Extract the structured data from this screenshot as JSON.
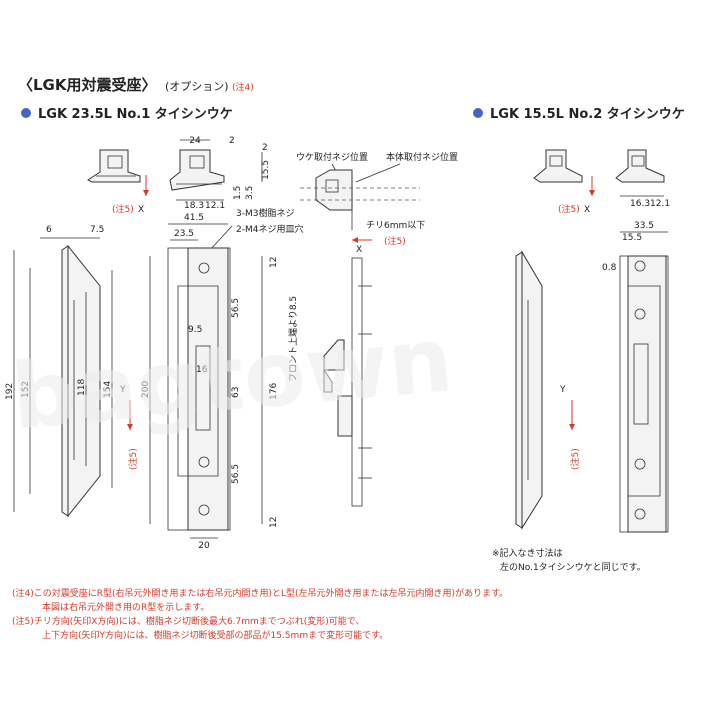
{
  "header": {
    "title": "〈LGK用対震受座〉",
    "option": "(オプション)",
    "note4_tag": "(注4)"
  },
  "section1": {
    "title": "LGK 23.5L No.1 タイシンウケ",
    "dims": {
      "w24": "24",
      "w2": "2",
      "h2": "2",
      "h15_5": "15.5",
      "w18_3": "18.3",
      "w12_1": "12.1",
      "h1_5": "1.5",
      "h3_5": "3.5",
      "w6": "6",
      "w7_5": "7.5",
      "w41_5": "41.5",
      "w23_5": "23.5",
      "h192": "192",
      "h152": "152",
      "h118": "118",
      "h154": "154",
      "h200": "200",
      "h12_top": "12",
      "h56_5_top": "56.5",
      "w9_5": "9.5",
      "h16": "16",
      "h63": "63",
      "h176": "176",
      "h56_5_bot": "56.5",
      "h12_bot": "12",
      "w20": "20",
      "front_label": "フロント上端より8.5"
    },
    "labels": {
      "screw_m3": "3-M3樹脂ネジ",
      "hole_m4": "2-M4ネジ用皿穴",
      "uke_screw": "ウケ取付ネジ位置",
      "body_screw": "本体取付ネジ位置",
      "chiri": "チリ6mm以下",
      "note5_x": "(注5)",
      "x1": "X",
      "x2": "X",
      "note5_x2": "(注5)",
      "y": "Y",
      "note5_y": "(注5)"
    }
  },
  "section2": {
    "title": "LGK 15.5L No.2 タイシンウケ",
    "dims": {
      "w16_3": "16.3",
      "w12_1": "12.1",
      "w33_5": "33.5",
      "w15_5": "15.5",
      "w0_8": "0.8"
    },
    "labels": {
      "note5_x": "(注5)",
      "x": "X",
      "y": "Y",
      "note5_y": "(注5)",
      "remark1": "※記入なき寸法は",
      "remark2": "左のNo.1タイシンウケと同じです。"
    }
  },
  "notes": [
    "(注4)この対震受座にR型(右吊元外開き用または右吊元内開き用)とL型(左吊元外開き用または左吊元内開き用)があります。",
    "本図は右吊元外開き用のR型を示します。",
    "(注5)チリ方向(矢印X方向)には、樹脂ネジ切断後最大6.7mmまでつぶれ(変形)可能で、",
    "上下方向(矢印Y方向)には、樹脂ネジ切断後受部の部品が15.5mmまで変形可能です。"
  ],
  "watermark": "bagtown",
  "colors": {
    "note_red": "#d23a2a",
    "bullet_blue": "#4a63c8",
    "line": "#333333"
  }
}
